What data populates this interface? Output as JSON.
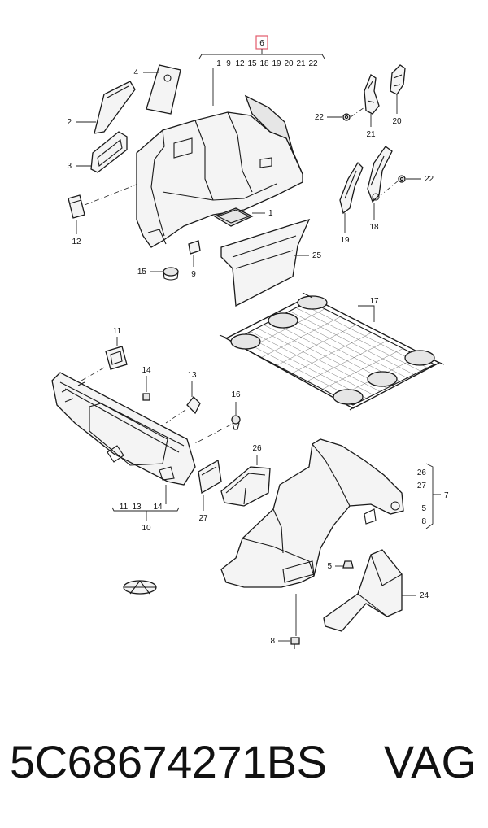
{
  "highlight_color": "#e35b6b",
  "callouts": {
    "c1": "1",
    "c2": "2",
    "c3": "3",
    "c4": "4",
    "c5": "5",
    "c6": "6",
    "c7": "7",
    "c8": "8",
    "c9": "9",
    "c10": "10",
    "c11": "11",
    "c12": "12",
    "c13": "13",
    "c14": "14",
    "c15": "15",
    "c16": "16",
    "c17": "17",
    "c18": "18",
    "c19": "19",
    "c20": "20",
    "c21": "21",
    "c22": "22",
    "c24": "24",
    "c25": "25",
    "c26": "26",
    "c27": "27"
  },
  "group_6": {
    "label": "6",
    "members": [
      "1",
      "9",
      "12",
      "15",
      "18",
      "19",
      "20",
      "21",
      "22"
    ]
  },
  "group_10": {
    "label": "10",
    "members": [
      "11",
      "13",
      "14"
    ]
  },
  "group_7": {
    "label": "7",
    "members": [
      "26",
      "27",
      "5",
      "8"
    ]
  },
  "footer": {
    "part_number": "5C68674271BS",
    "brand": "VAG"
  }
}
